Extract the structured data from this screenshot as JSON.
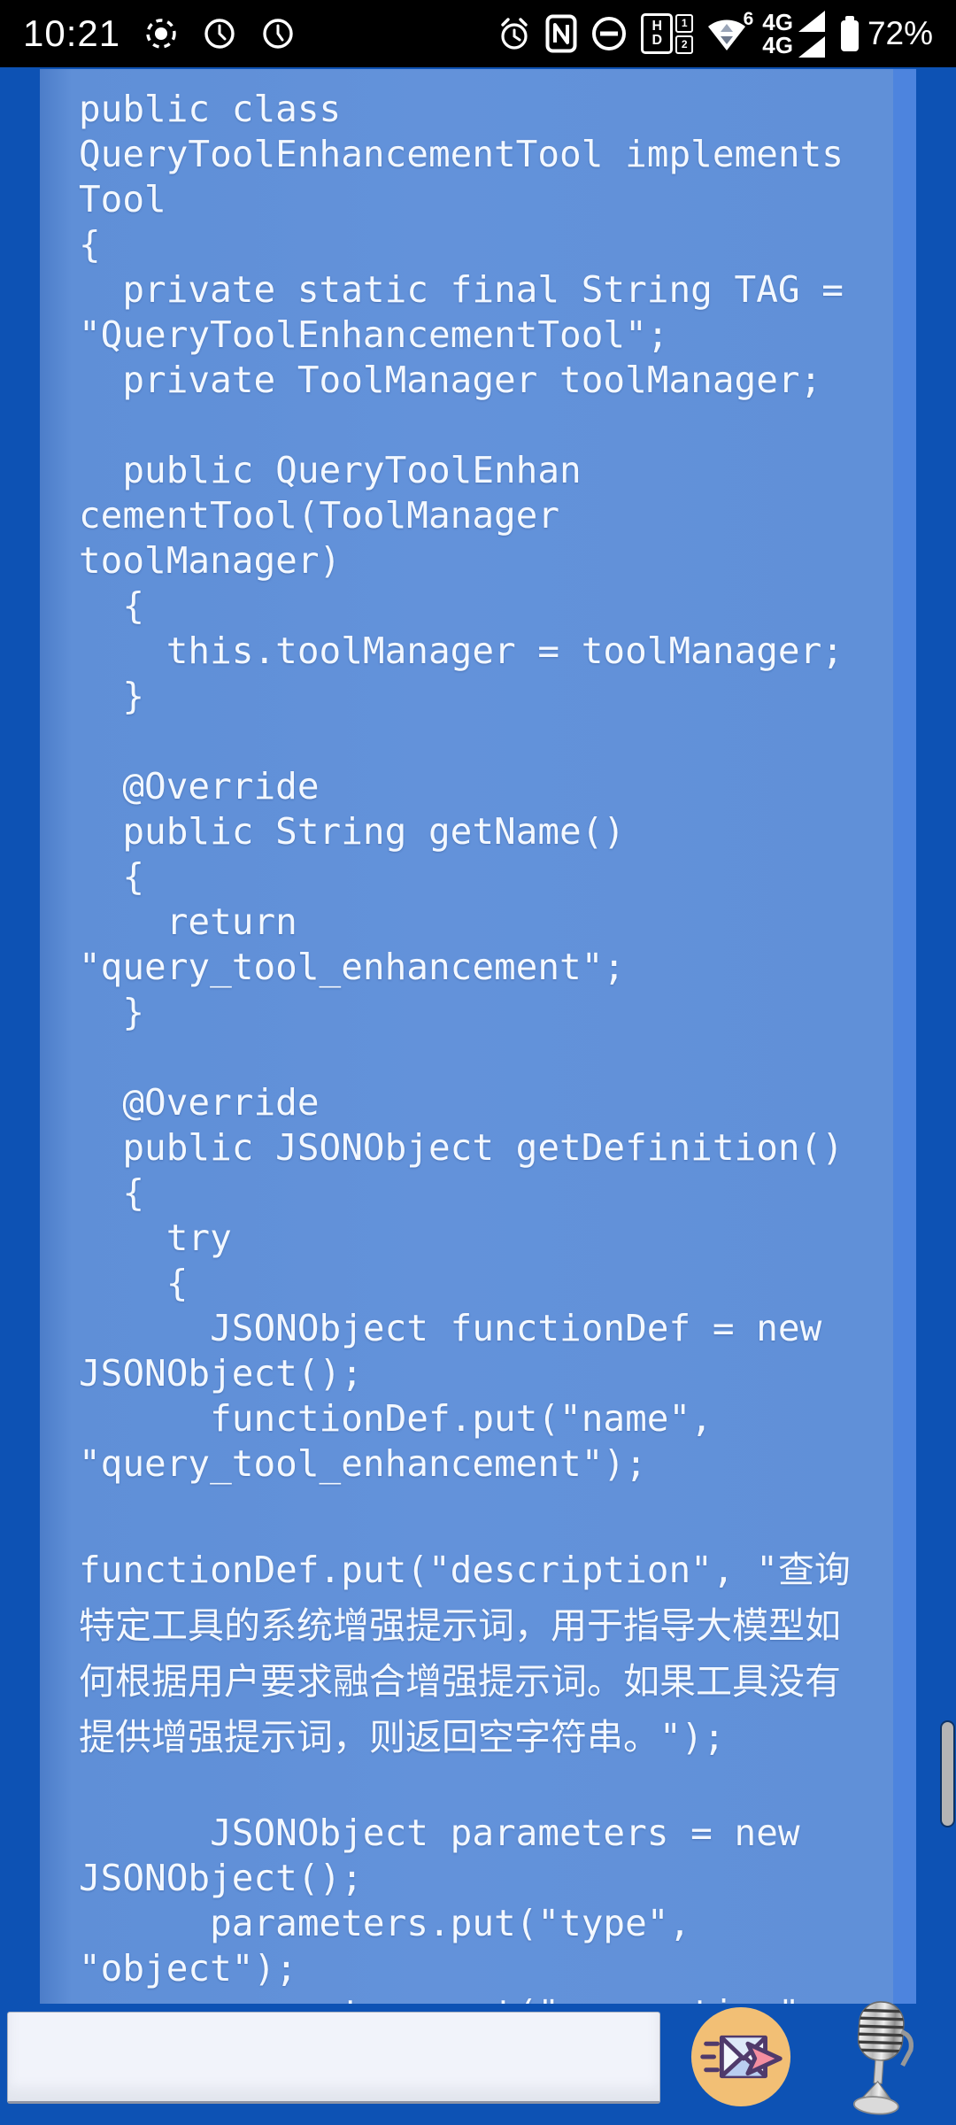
{
  "status_bar": {
    "time": "10:21",
    "left_icons": [
      "screen-record-icon",
      "clock-icon",
      "clock-icon"
    ],
    "right_icons": [
      "alarm-icon",
      "nfc-icon",
      "do-not-disturb-icon",
      "hd-volte-icon",
      "wifi-icon",
      "mobile-signal-icon",
      "battery-icon"
    ],
    "nfc_label": "N",
    "hd_top": "H",
    "hd_bottom": "D",
    "sim1": "1",
    "sim2": "2",
    "wifi_gen_label": "6",
    "network_top": "4G",
    "network_bottom": "4G",
    "battery_percent": "72%"
  },
  "code_viewer": {
    "block1": "public class\nQueryToolEnhancementTool implements\nTool\n{\n  private static final String TAG =\n\"QueryToolEnhancementTool\";\n  private ToolManager toolManager;\n\n  public QueryToolEnhan\ncementTool(ToolManager\ntoolManager)\n  {\n    this.toolManager = toolManager;\n  }\n\n  @Override\n  public String getName()\n  {\n    return\n\"query_tool_enhancement\";\n  }\n\n  @Override\n  public JSONObject getDefinition()\n  {\n    try\n    {\n      JSONObject functionDef = new\nJSONObject();\n      functionDef.put(\"name\",\n\"query_tool_enhancement\");",
    "block2": "\nfunctionDef.put(\"description\", \"查询\n特定工具的系统增强提示词，用于指导大模型如\n何根据用户要求融合增强提示词。如果工具没有\n提供增强提示词，则返回空字符串。\");",
    "block3": "\n      JSONObject parameters = new\nJSONObject();\n      parameters.put(\"type\",\n\"object\");\n      parameters.put(\"properties\""
  },
  "input_bar": {
    "input_value": "",
    "icons": [
      "send-mail-icon",
      "microphone-icon"
    ]
  },
  "colors": {
    "page_bg": "#0d52b4",
    "panel_bg": "#6090d8",
    "panel_edge": "#4d84de",
    "status_bg": "#000000",
    "code_text": "#f3f8ff",
    "input_bg": "#f1f3fa",
    "sticker_bg": "#f2bf75",
    "arrow_pink": "#f48ea0",
    "outline_plum": "#503a6b",
    "scroll_thumb": "#b5b5b5"
  }
}
